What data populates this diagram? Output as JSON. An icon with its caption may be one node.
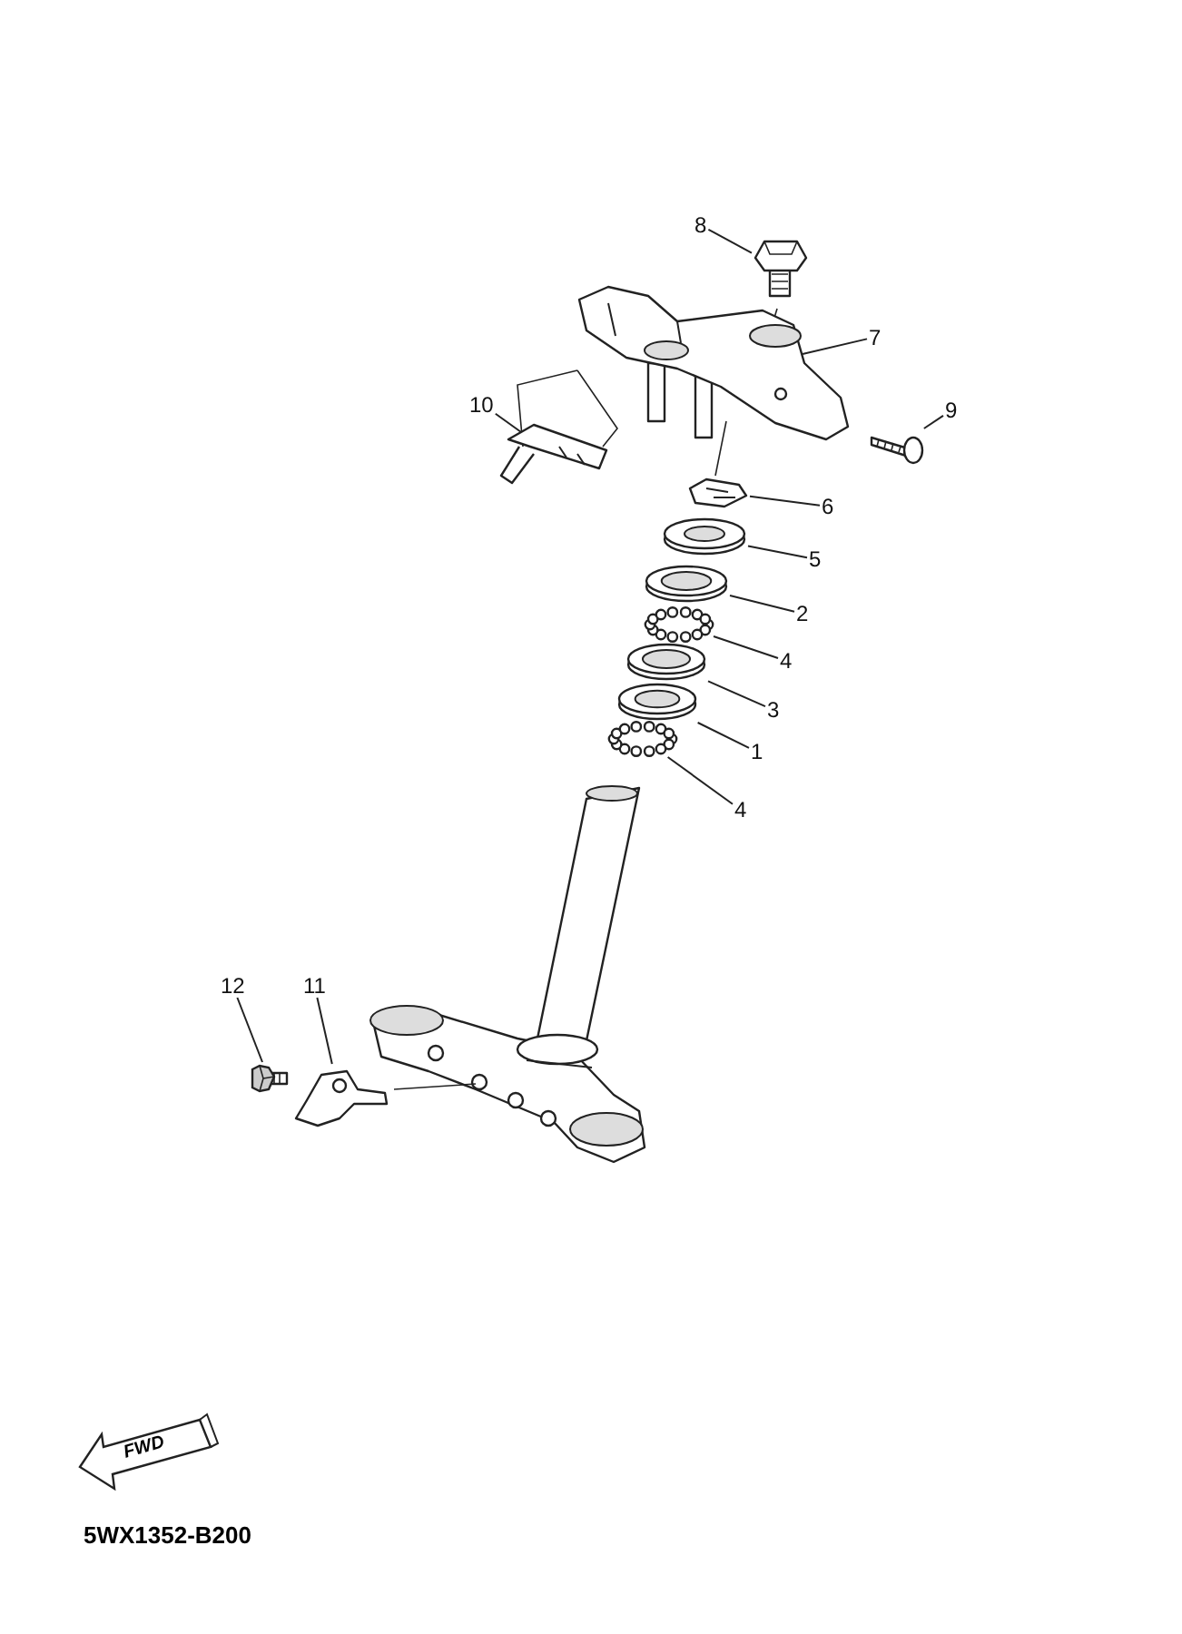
{
  "diagram": {
    "nodes": [
      {
        "text": [
          "8"
        ]
      },
      {
        "text": [
          "7"
        ]
      },
      {
        "text": [
          "10"
        ]
      },
      {
        "text": [
          "9"
        ]
      },
      {
        "text": [
          "6"
        ]
      },
      {
        "text": [
          "5"
        ]
      },
      {
        "text": [
          "2"
        ]
      },
      {
        "text": [
          "4"
        ]
      },
      {
        "text": [
          "3"
        ]
      },
      {
        "text": [
          "1"
        ]
      },
      {
        "text": [
          "4"
        ]
      },
      {
        "text": [
          "12"
        ]
      },
      {
        "text": [
          "11"
        ]
      },
      {
        "text": [],
        "shape": "picture"
      },
      {
        "text": [],
        "shape": "picture"
      },
      {
        "text": [],
        "shape": "picture"
      },
      {
        "text": [],
        "shape": "picture"
      },
      {
        "text": [],
        "shape": "picture"
      },
      {
        "text": [],
        "shape": "picture"
      },
      {
        "text": [],
        "shape": "picture"
      },
      {
        "text": [],
        "shape": "picture"
      },
      {
        "text": [],
        "shape": "picture"
      },
      {
        "text": [],
        "shape": "picture"
      },
      {
        "text": [],
        "shape": "picture"
      },
      {
        "text": [],
        "shape": "picture"
      },
      {
        "text": [],
        "shape": "picture"
      }
    ],
    "edges": [
      {
        "from": 0,
        "to": 13,
        "arrow": "none"
      },
      {
        "from": 1,
        "to": 14,
        "arrow": "none"
      },
      {
        "from": 2,
        "to": 15,
        "arrow": "none"
      },
      {
        "from": 3,
        "to": 16,
        "arrow": "none"
      },
      {
        "from": 4,
        "to": 17,
        "arrow": "none"
      },
      {
        "from": 5,
        "to": 18,
        "arrow": "none"
      },
      {
        "from": 6,
        "to": 19,
        "arrow": "none"
      },
      {
        "from": 7,
        "to": 20,
        "arrow": "none"
      },
      {
        "from": 8,
        "to": 21,
        "arrow": "none"
      },
      {
        "from": 9,
        "to": 22,
        "arrow": "none"
      },
      {
        "from": 10,
        "to": 23,
        "arrow": "none"
      },
      {
        "from": 11,
        "to": 24,
        "arrow": "none"
      },
      {
        "from": 12,
        "to": 25,
        "arrow": "none"
      }
    ],
    "labels": [
      "FWD",
      "5WX1352-B200"
    ]
  }
}
